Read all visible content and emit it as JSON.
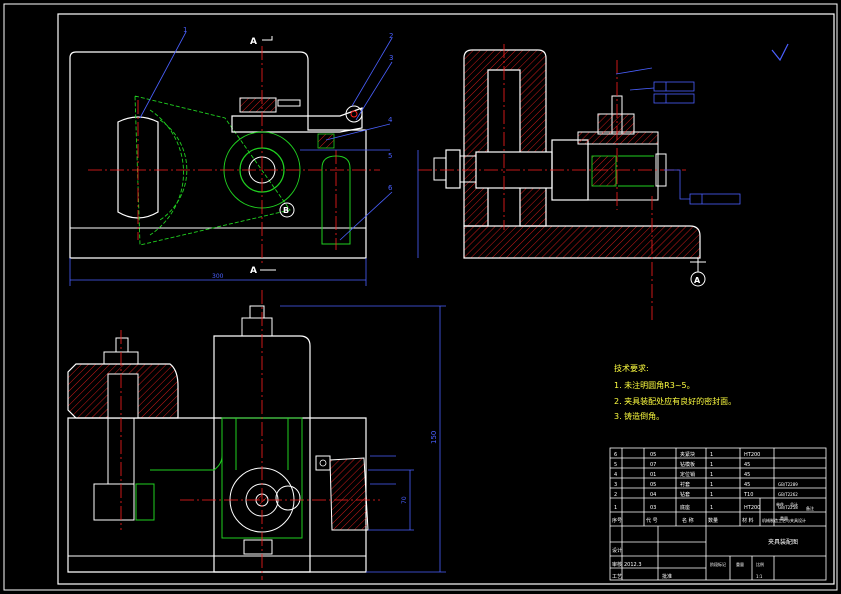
{
  "section": {
    "top_label": "A",
    "bottom_label": "A",
    "detail_label": "B",
    "datum_label": "A"
  },
  "dimensions": {
    "plan_width": "300",
    "front_height": "150",
    "bore_height": "70"
  },
  "balloons": [
    "1",
    "2",
    "3",
    "4",
    "5",
    "6"
  ],
  "tech_requirements": {
    "title": "技术要求:",
    "items": [
      "1. 未注明圆角R3~5。",
      "2. 夹具装配处应有良好的密封面。",
      "3. 铸造倒角。"
    ]
  },
  "title_block": {
    "parts": [
      {
        "no": "6",
        "code": "05",
        "name": "夹紧块",
        "qty": "1",
        "material": "HT200",
        "note": ""
      },
      {
        "no": "5",
        "code": "07",
        "name": "钻模板",
        "qty": "1",
        "material": "45",
        "note": ""
      },
      {
        "no": "4",
        "code": "01",
        "name": "定位销",
        "qty": "1",
        "material": "45",
        "note": ""
      },
      {
        "no": "3",
        "code": "05",
        "name": "衬套",
        "qty": "1",
        "material": "45",
        "note": "GB/T2289"
      },
      {
        "no": "2",
        "code": "04",
        "name": "钻套",
        "qty": "1",
        "material": "T10",
        "note": "GB/T2262"
      },
      {
        "no": "1",
        "code": "03",
        "name": "底座",
        "qty": "1",
        "material": "HT200",
        "note": "GB/T2258"
      }
    ],
    "header": {
      "no": "序号",
      "code": "代 号",
      "name": "名  称",
      "qty": "数量",
      "material": "材  料",
      "unit_weight": "单件",
      "total_weight": "总计",
      "weight": "重量",
      "note": "备注"
    },
    "drawing_title": "夹具装配图",
    "company": "机械制造工艺与夹具设计",
    "row_designer": "设计",
    "row_check": "审核",
    "row_craft": "工艺",
    "date": "2012.3",
    "approval": "批准",
    "stage": "阶段标记",
    "weight_label": "重量",
    "scale_label": "比例",
    "scale": "1:1"
  },
  "colors": {
    "background": "#000000",
    "outline": "#ffffff",
    "centerline": "#ff2020",
    "hatch": "#ff2020",
    "hidden": "#20d020",
    "annotation": "#4a60ff",
    "text": "#ffff40"
  }
}
